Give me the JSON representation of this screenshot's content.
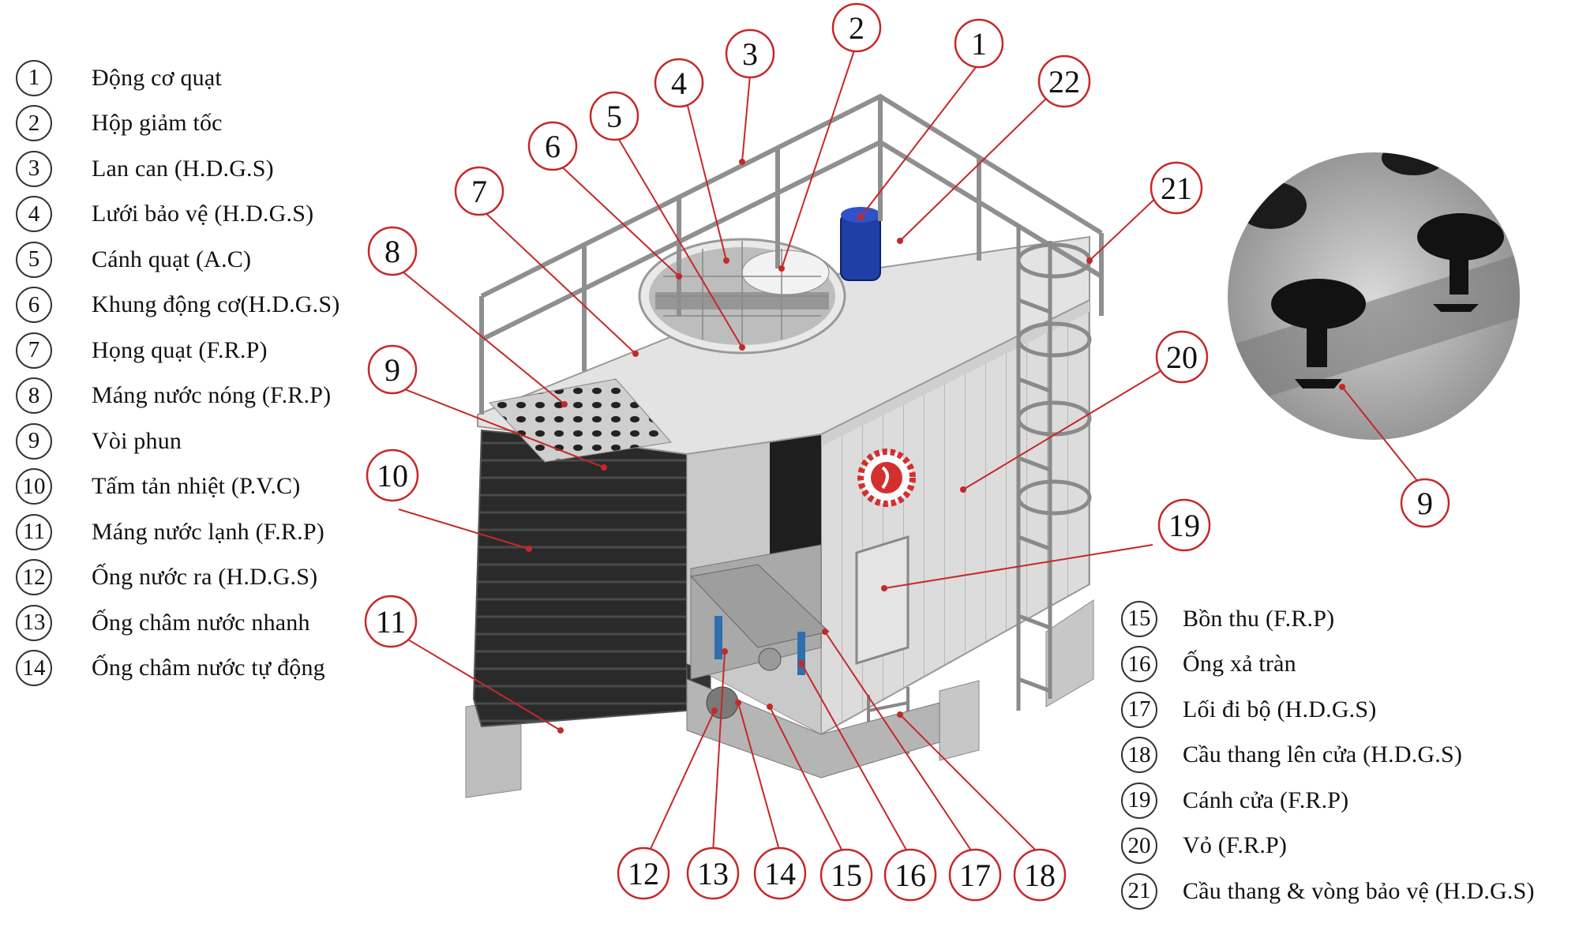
{
  "legend_left": [
    {
      "num": "1",
      "label": "Động cơ quạt"
    },
    {
      "num": "2",
      "label": "Hộp giảm tốc"
    },
    {
      "num": "3",
      "label": "Lan can (H.D.G.S)"
    },
    {
      "num": "4",
      "label": "Lưới bảo vệ (H.D.G.S)"
    },
    {
      "num": "5",
      "label": "Cánh quạt (A.C)"
    },
    {
      "num": "6",
      "label": "Khung động cơ(H.D.G.S)"
    },
    {
      "num": "7",
      "label": "Họng quạt (F.R.P)"
    },
    {
      "num": "8",
      "label": "Máng nước nóng (F.R.P)"
    },
    {
      "num": "9",
      "label": "Vòi phun"
    },
    {
      "num": "10",
      "label": "Tấm tản nhiệt (P.V.C)"
    },
    {
      "num": "11",
      "label": "Máng nước lạnh (F.R.P)"
    },
    {
      "num": "12",
      "label": "Ống nước ra (H.D.G.S)"
    },
    {
      "num": "13",
      "label": "Ống châm nước nhanh"
    },
    {
      "num": "14",
      "label": "Ống châm nước tự động"
    }
  ],
  "legend_right": [
    {
      "num": "15",
      "label": "Bồn thu (F.R.P)"
    },
    {
      "num": "16",
      "label": "Ống xả tràn"
    },
    {
      "num": "17",
      "label": "Lối đi bộ (H.D.G.S)"
    },
    {
      "num": "18",
      "label": "Cầu thang lên cửa (H.D.G.S)"
    },
    {
      "num": "19",
      "label": "Cánh cửa (F.R.P)"
    },
    {
      "num": "20",
      "label": "Vỏ (F.R.P)"
    },
    {
      "num": "21",
      "label": "Cầu thang & vòng bảo vệ (H.D.G.S)"
    }
  ],
  "callouts": {
    "c1": "1",
    "c2": "2",
    "c3": "3",
    "c4": "4",
    "c5": "5",
    "c6": "6",
    "c7": "7",
    "c8": "8",
    "c9": "9",
    "c10": "10",
    "c11": "11",
    "c12": "12",
    "c13": "13",
    "c14": "14",
    "c15": "15",
    "c16": "16",
    "c17": "17",
    "c18": "18",
    "c19": "19",
    "c20": "20",
    "c21": "21",
    "c22": "22",
    "c9_detail": "9"
  },
  "colors": {
    "callout_line": "#c62828",
    "fill_media": "#2a2a2a",
    "casing": "#d9d9d9",
    "motor": "#1f3fa6",
    "logo": "#d32f2f"
  }
}
